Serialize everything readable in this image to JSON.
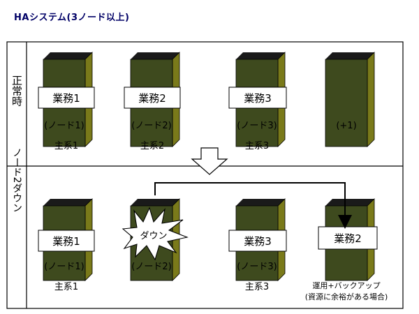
{
  "title": "HAシステム(3ノード以上)",
  "rows": {
    "normal_label": "正常時",
    "failure_label": "ノード2ダウン"
  },
  "normal": {
    "nodes": [
      {
        "task": "業務1",
        "node": "(ノード1)",
        "role": "主系1"
      },
      {
        "task": "業務2",
        "node": "(ノード2)",
        "role": "主系2"
      },
      {
        "task": "業務3",
        "node": "(ノード3)",
        "role": "主系3"
      },
      {
        "task": "",
        "node": "(+1)",
        "role": ""
      }
    ]
  },
  "failure": {
    "nodes": [
      {
        "task": "業務1",
        "node": "(ノード1)",
        "role": "主系1"
      },
      {
        "task": "",
        "node": "(ノード2)",
        "role": ""
      },
      {
        "task": "業務3",
        "node": "(ノード3)",
        "role": "主系3"
      },
      {
        "task": "業務2",
        "node": "",
        "role": ""
      }
    ],
    "down_label": "ダウン",
    "backup_line1": "運用+バックアップ",
    "backup_line2": "(資源に余裕がある場合)"
  },
  "colors": {
    "front": "#3e4a1e",
    "side": "#7a7a1a",
    "top": "#1a1a1a",
    "frame": "#000000"
  }
}
